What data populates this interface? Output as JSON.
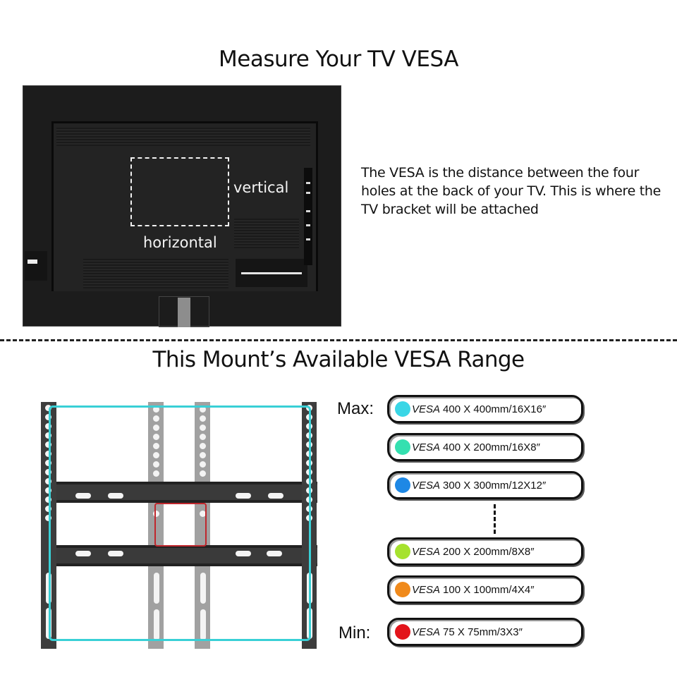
{
  "top_section": {
    "title": "Measure Your TV VESA",
    "tv_labels": {
      "vertical": "vertical",
      "horizontal": "horizontal"
    },
    "description": "The VESA is the distance between the four holes at the back of your TV. This is where the TV bracket will be attached"
  },
  "bottom_section": {
    "title": "This Mount’s Available VESA Range",
    "max_label": "Max:",
    "min_label": "Min:",
    "ranges": [
      {
        "prefix": "VESA",
        "size": "400 X 400mm/16X16″",
        "color": "#3ad6e6"
      },
      {
        "prefix": "VESA",
        "size": "400 X 200mm/16X8″",
        "color": "#35e0b0"
      },
      {
        "prefix": "VESA",
        "size": "300 X 300mm/12X12″",
        "color": "#1e88e5"
      },
      {
        "prefix": "VESA",
        "size": "200 X 200mm/8X8″",
        "color": "#a6e22e"
      },
      {
        "prefix": "VESA",
        "size": "100 X 100mm/4X4″",
        "color": "#f08a1c"
      },
      {
        "prefix": "VESA",
        "size": "75 X 75mm/3X3″",
        "color": "#e3141b"
      }
    ]
  },
  "colors": {
    "max_outline": "#39d0d6",
    "min_outline": "#c0272d"
  }
}
